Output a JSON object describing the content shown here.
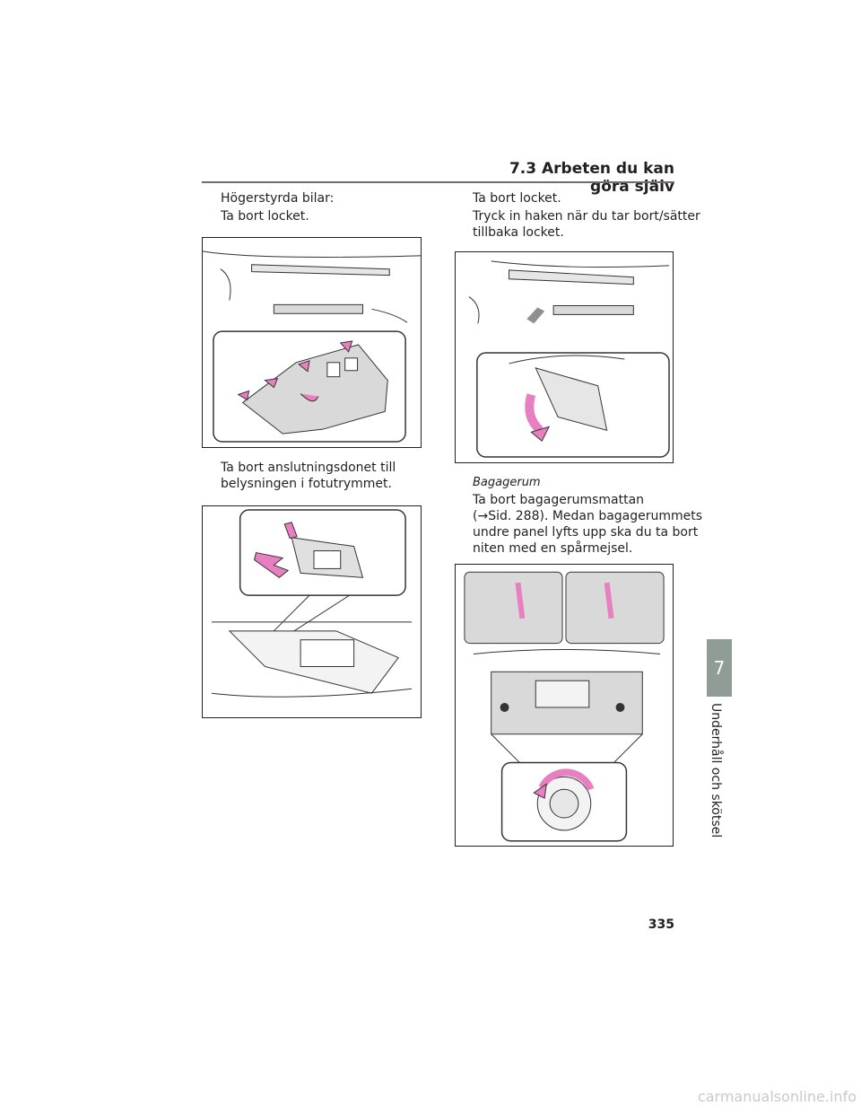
{
  "header": {
    "title": "7.3  Arbeten du kan göra själv"
  },
  "left_column": {
    "intro_label": "Högerstyrda bilar:",
    "step1": "Ta bort locket.",
    "step2_line1": "Ta bort anslutningsdonet till",
    "step2_line2": "belysningen i fotutrymmet."
  },
  "right_column": {
    "step1": "Ta bort locket.",
    "step2_line1": "Tryck in haken när du tar bort/sätter",
    "step2_line2": "tillbaka locket.",
    "section_label": "Bagagerum",
    "step3_line1": "Ta bort bagagerumsmattan",
    "step3_line2": "(→Sid. 288). Medan bagagerummets",
    "step3_line3": "undre panel lyfts upp ska du ta bort",
    "step3_line4": "niten med en spårmejsel."
  },
  "side_tab": {
    "number": "7",
    "label": "Underhåll och skötsel"
  },
  "page_number": "335",
  "watermark": "carmanualsonline.info",
  "colors": {
    "arrow_pink": "#e87fc0",
    "panel_gray": "#d9d9d9",
    "tab_gray": "#8f9d96"
  }
}
